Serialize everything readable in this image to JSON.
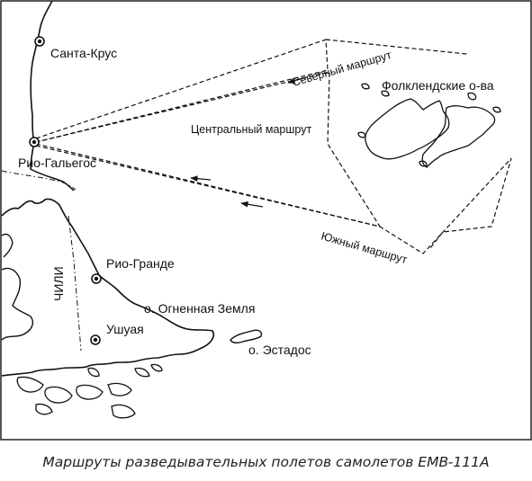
{
  "map": {
    "places": {
      "santa_cruz": "Санта-Крус",
      "rio_gallegos": "Рио-Гальегос",
      "rio_grande": "Рио-Гранде",
      "ushuaia": "Ушуая",
      "tierra_del_fuego": "о. Огненная Земля",
      "estados": "о. Эстадос",
      "falklands": "Фолклендские о-ва",
      "chile": "ЧИЛИ"
    },
    "routes": {
      "north": "Северный маршрут",
      "central": "Центральный маршрут",
      "south": "Южный маршрут"
    },
    "icons": {
      "city_marker": "city-marker-icon",
      "route_arrow": "arrowhead-icon"
    }
  },
  "caption": "Маршруты разведывательных полетов самолетов EMB-111A"
}
